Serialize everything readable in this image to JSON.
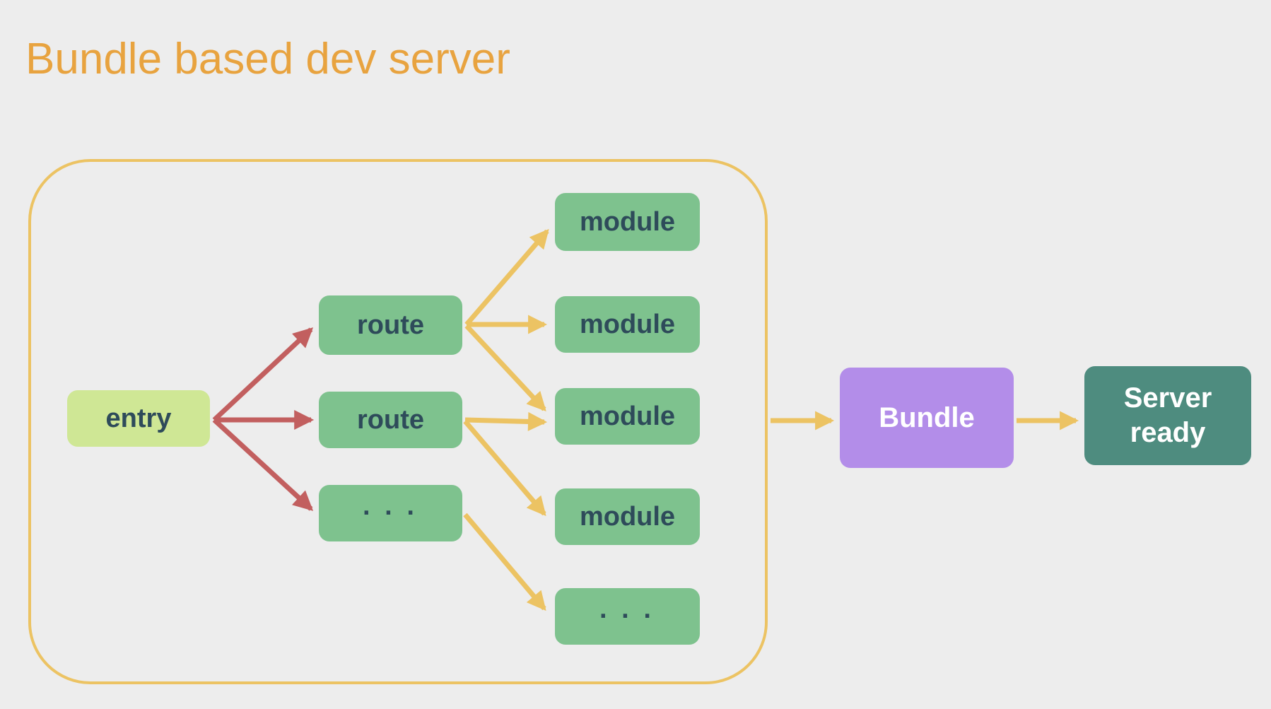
{
  "title": "Bundle based dev server",
  "colors": {
    "background": "#ededed",
    "title": "#e8a33f",
    "frame": "#ecc363",
    "yellow_arrow": "#ecc363",
    "red_arrow": "#c25f5f",
    "entry_bg": "#cfe795",
    "node_bg": "#7ec28e",
    "node_text": "#2e4b5a",
    "bundle_bg": "#b38de9",
    "server_bg": "#4e8c7f",
    "contrast_text": "#ffffff"
  },
  "nodes": {
    "entry": "entry",
    "routes": [
      "route",
      "route",
      "· · ·"
    ],
    "modules": [
      "module",
      "module",
      "module",
      "module",
      "· · ·"
    ],
    "bundle": "Bundle",
    "server": "Server\nready"
  }
}
